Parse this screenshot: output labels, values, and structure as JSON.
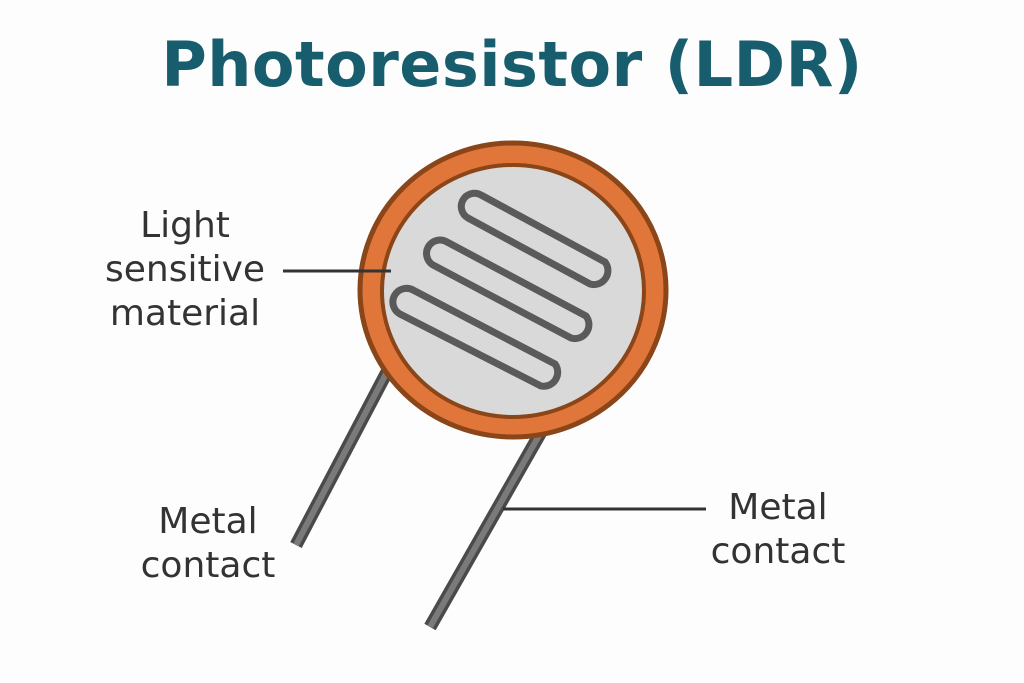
{
  "title": "Photoresistor (LDR)",
  "labels": {
    "light_sensitive": [
      "Light",
      "sensitive",
      "material"
    ],
    "metal_contact_left": [
      "Metal",
      "contact"
    ],
    "metal_contact_right": [
      "Metal",
      "contact"
    ]
  },
  "colors": {
    "title": "#175d6d",
    "ring": "#e0763a",
    "ring_outline": "#8a4519",
    "face": "#d9d9d9",
    "track": "#5a5a5a",
    "leg": "#6e6e6e",
    "text": "#333333"
  }
}
